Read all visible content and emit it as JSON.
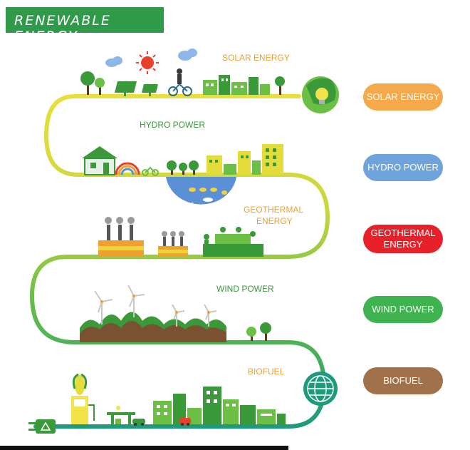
{
  "title": "RENEWABLE ENERGY",
  "scene_labels": {
    "solar": "SOLAR ENERGY",
    "hydro": "HYDRO POWER",
    "geothermal_line1": "GEOTHERMAL",
    "geothermal_line2": "ENERGY",
    "wind": "WIND POWER",
    "biofuel": "BIOFUEL"
  },
  "legend": [
    {
      "label": "SOLAR ENERGY",
      "color": "#f5a94a"
    },
    {
      "label": "HYDRO POWER",
      "color": "#6fa3dc"
    },
    {
      "label_line1": "GEOTHERMAL",
      "label_line2": "ENERGY",
      "color": "#e8202a"
    },
    {
      "label": "WIND POWER",
      "color": "#3fb34f"
    },
    {
      "label": "BIOFUEL",
      "color": "#a0714a"
    }
  ],
  "colors": {
    "path_yellow": "#e3dc3a",
    "path_green": "#5bb947",
    "path_teal": "#1f9a78",
    "orange_text": "#f0a030",
    "green_text": "#3a9a3a",
    "water": "#5b8fd6",
    "hill": "#7a5232"
  }
}
